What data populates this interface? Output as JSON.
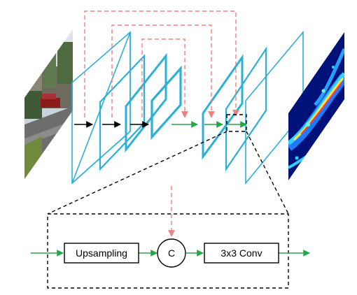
{
  "colors": {
    "layer_stroke": "#2bb0d6",
    "skip_connection": "#f08080",
    "flow_green": "#22a845",
    "flow_black": "#000000",
    "zoom_outline": "#000000"
  },
  "images": {
    "input_photo": "street-scene-photo",
    "output_heatmap": "edge-heatmap"
  },
  "icons": {
    "concat": "concat-circle-icon"
  },
  "detail": {
    "upsampling_label": "Upsampling",
    "concat_label": "C",
    "conv_label": "3x3 Conv"
  }
}
